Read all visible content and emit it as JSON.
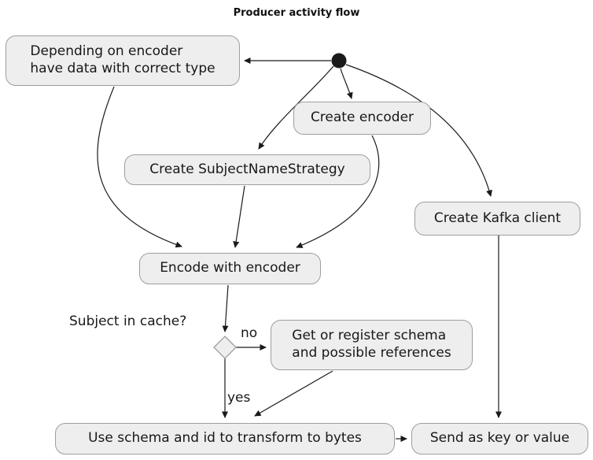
{
  "title": "Producer activity flow",
  "colors": {
    "node_fill": "#eeeeee",
    "node_border": "#9e9e9e",
    "edge": "#1a1a1a",
    "start_node": "#1a1a1a",
    "text": "#181818"
  },
  "nodes": {
    "start": {
      "type": "initial-node"
    },
    "depending_on_encoder": {
      "label": "Depending on encoder\nhave data with correct type"
    },
    "create_encoder": {
      "label": "Create encoder"
    },
    "create_subject_name_strategy": {
      "label": "Create SubjectNameStrategy"
    },
    "create_kafka_client": {
      "label": "Create Kafka client"
    },
    "encode_with_encoder": {
      "label": "Encode with encoder"
    },
    "decision": {
      "type": "decision-diamond"
    },
    "get_or_register_schema": {
      "label": "Get or register schema\nand possible references"
    },
    "use_schema": {
      "label": "Use schema and id to transform to bytes"
    },
    "send_as_key_or_value": {
      "label": "Send as key or value"
    }
  },
  "labels": {
    "decision_question": "Subject in cache?",
    "branch_no": "no",
    "branch_yes": "yes"
  }
}
